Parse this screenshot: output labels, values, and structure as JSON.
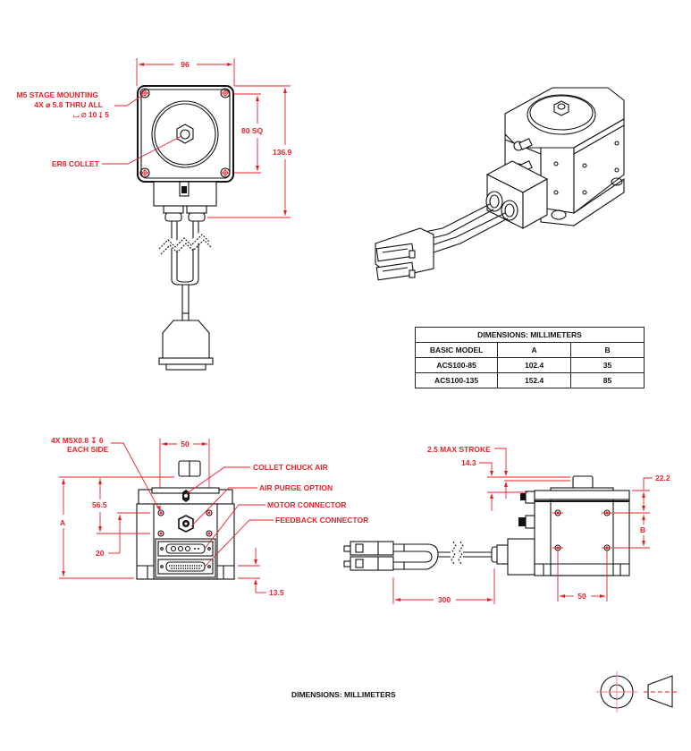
{
  "drawing": {
    "units_note": "DIMENSIONS: MILLIMETERS",
    "top_view": {
      "width_dim": "96",
      "square_dim": "80 SQ",
      "height_dim": "136.9",
      "mounting_note": [
        "M5 STAGE MOUNTING",
        "4X  ⌀ 5.8 THRU ALL",
        "⌴ ⌀ 10  ↧ 5"
      ],
      "collet_label": "ER8 COLLET"
    },
    "front_view": {
      "tap_note": [
        "4X M5X0.8  ↧ 6",
        "EACH SIDE"
      ],
      "width_dim": "50",
      "height_dim_a": "A",
      "dim_565": "56.5",
      "dim_20": "20",
      "dim_135": "13.5",
      "callouts": [
        "COLLET CHUCK AIR",
        "AIR PURGE OPTION",
        "MOTOR CONNECTOR",
        "FEEDBACK CONNECTOR"
      ]
    },
    "side_view": {
      "stroke_label": "2.5 MAX STROKE",
      "dim_143": "14.3",
      "dim_222": "22.2",
      "dim_b": "B",
      "cable_dim": "300",
      "hole_spacing": "50"
    },
    "accent_color": "#e8202a"
  },
  "table": {
    "title": "DIMENSIONS: MILLIMETERS",
    "headers": [
      "BASIC MODEL",
      "A",
      "B"
    ],
    "rows": [
      [
        "ACS100-85",
        "102.4",
        "35"
      ],
      [
        "ACS100-135",
        "152.4",
        "85"
      ]
    ]
  }
}
